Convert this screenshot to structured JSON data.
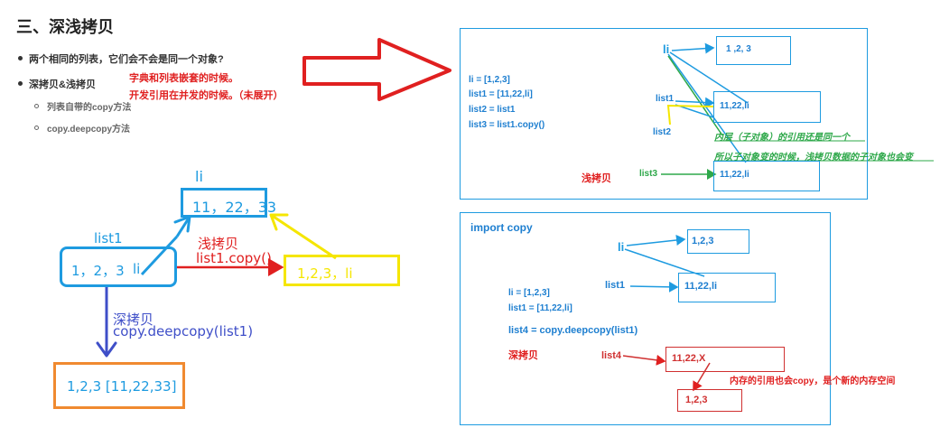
{
  "heading": "三、深浅拷贝",
  "bullets": {
    "b1": "两个相同的列表，它们会不会是同一个对象?",
    "b2": "深拷贝&浅拷贝",
    "sub1": "列表自带的copy方法",
    "sub2": "copy.deepcopy方法"
  },
  "notes": {
    "n1": "字典和列表嵌套的时候。",
    "n2": "开发引用在并发的时候。（未展开）"
  },
  "sketch": {
    "li_label": "li",
    "li_box": "11，22，33",
    "list1_label": "list1",
    "list1_box_vals": "1，2，3",
    "list1_box_li": "li",
    "shallow_label": "浅拷贝",
    "shallow_code": "list1.copy()",
    "copy_box": "1,2,3，li",
    "deep_label": "深拷贝",
    "deep_code": "copy.deepcopy(list1)",
    "deep_box": "1,2,3  [11,22,33]"
  },
  "panel1": {
    "code": [
      "li = [1,2,3]",
      "list1 = [11,22,li]",
      "list2 = list1",
      "list3 = list1.copy()"
    ],
    "li_label": "li",
    "li_box": "1 ,2, 3",
    "list1_label": "list1",
    "list1_box": "11,22,li",
    "list2_label": "list2",
    "note1": "内层（子对象）的引用还是同一个",
    "note2": "所以子对象变的时候，浅拷贝数据的子对象也会变",
    "shallow_label": "浅拷贝",
    "list3_label": "list3",
    "list3_box": "11,22,li"
  },
  "panel2": {
    "import": "import copy",
    "li_label": "li",
    "li_box": "1,2,3",
    "list1_label": "list1",
    "list1_box": "11,22,li",
    "code1": "li = [1,2,3]",
    "code2": "list1 = [11,22,li]",
    "code3": "list4 = copy.deepcopy(list1)",
    "deep_label": "深拷贝",
    "list4_label": "list4",
    "list4_box": "11,22,X",
    "note": "内存的引用也会copy，是个新的内存空间",
    "new_box": "1,2,3"
  },
  "colors": {
    "blue": "#1e9be0",
    "red": "#e02020",
    "yellow": "#f5e600",
    "purple": "#3f4fc8",
    "orange": "#f08a30",
    "green": "#2ea84a",
    "dark_red": "#d03030"
  }
}
